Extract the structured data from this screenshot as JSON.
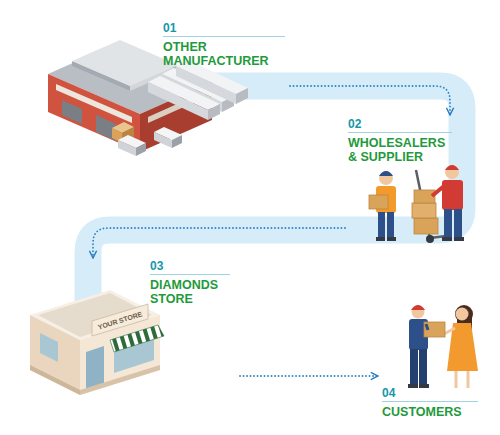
{
  "diagram": {
    "nodes": [
      {
        "text": [
          "01",
          "OTHER MANUFACTURER"
        ]
      },
      {
        "text": [
          "02",
          "WHOLESALERS & SUPPLIER"
        ]
      },
      {
        "text": [
          "03",
          "DIAMONDS STORE"
        ]
      },
      {
        "text": [
          "04",
          "CUSTOMERS"
        ]
      }
    ],
    "edges": [
      {
        "from": 0,
        "to": 1,
        "arrow": "to"
      },
      {
        "from": 1,
        "to": 2,
        "arrow": "to"
      },
      {
        "from": 2,
        "to": 3,
        "arrow": "to"
      }
    ],
    "labels": [
      "YOUR STORE"
    ]
  }
}
